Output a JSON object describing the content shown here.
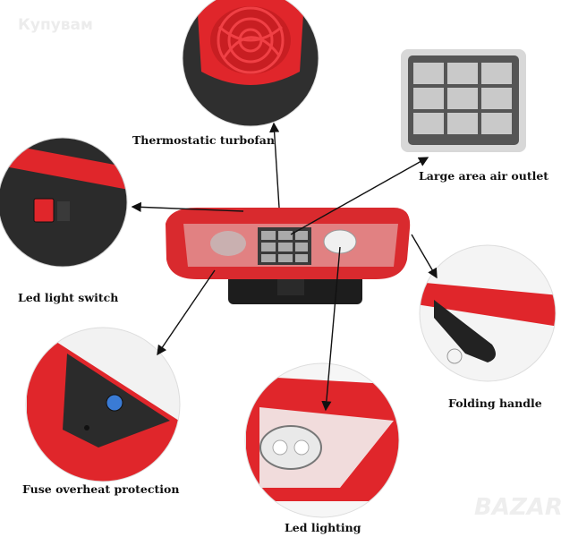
{
  "watermark_top": "Купувам",
  "watermark_bottom": "BAZAR",
  "labels": {
    "turbofan": "Thermostatic turbofan",
    "outlet": "Large area air outlet",
    "switch": "Led light switch",
    "handle": "Folding handle",
    "fuse": "Fuse overheat protection",
    "led": "Led lighting"
  },
  "colors": {
    "red": "#e0262b",
    "dark": "#3a3a3a",
    "body": "#d92a2e"
  }
}
